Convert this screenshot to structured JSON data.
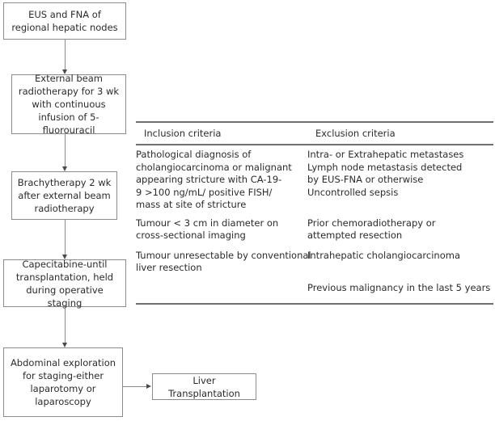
{
  "flowchart": {
    "nodes": [
      {
        "id": "eus-fna",
        "label": "EUS and FNA of regional hepatic nodes"
      },
      {
        "id": "external-beam",
        "label": "External beam radiotherapy for 3 wk with continuous infusion of 5-fluorouracil"
      },
      {
        "id": "brachytherapy",
        "label": "Brachytherapy 2 wk after external beam radiotherapy"
      },
      {
        "id": "capecitabine",
        "label": "Capecitabine-until transplantation, held during operative staging"
      },
      {
        "id": "abdominal-exploration",
        "label": "Abdominal exploration for staging-either laparotomy or laparoscopy"
      },
      {
        "id": "liver-transplantation",
        "label": "Liver Transplantation"
      }
    ]
  },
  "criteria_table": {
    "headers": {
      "inclusion": "Inclusion criteria",
      "exclusion": "Exclusion criteria"
    },
    "rows": [
      {
        "inclusion": "Pathological diagnosis of cholangiocarcinoma or malignant appearing stricture with CA-19-9 >100 ng/mL/ positive FISH/ mass at site of stricture",
        "exclusion": "Intra- or Extrahepatic metastases Lymph node metastasis detected by EUS-FNA or otherwise Uncontrolled sepsis"
      },
      {
        "inclusion": "Tumour < 3 cm in diameter on cross-sectional imaging",
        "exclusion": "Prior chemoradiotherapy or attempted resection"
      },
      {
        "inclusion": "Tumour unresectable by conventional liver resection",
        "exclusion": "Intrahepatic cholangiocarcinoma"
      },
      {
        "inclusion": "",
        "exclusion": "Previous malignancy in the last 5 years"
      }
    ],
    "inclusion_lines": [
      [
        "Pathological diagnosis of",
        "cholangiocarcinoma or malignant",
        "appearing stricture with CA-19-",
        "9 >100 ng/mL/ positive FISH/",
        "mass at site of stricture"
      ],
      [
        "Tumour < 3 cm in diameter on",
        "cross-sectional imaging"
      ],
      [
        "Tumour unresectable by conventional",
        "liver resection"
      ],
      []
    ],
    "exclusion_lines": [
      [
        "Intra- or Extrahepatic metastases",
        "Lymph node metastasis detected",
        "by EUS-FNA or otherwise",
        "Uncontrolled sepsis"
      ],
      [
        "Prior chemoradiotherapy or",
        "attempted resection"
      ],
      [
        "Intrahepatic cholangiocarcinoma"
      ],
      [
        "Previous malignancy in the last 5 years"
      ]
    ]
  },
  "colors": {
    "box_border": "#8c8c8c",
    "rule": "#6f6f6f",
    "text": "#2b2b2b",
    "background": "#ffffff"
  }
}
